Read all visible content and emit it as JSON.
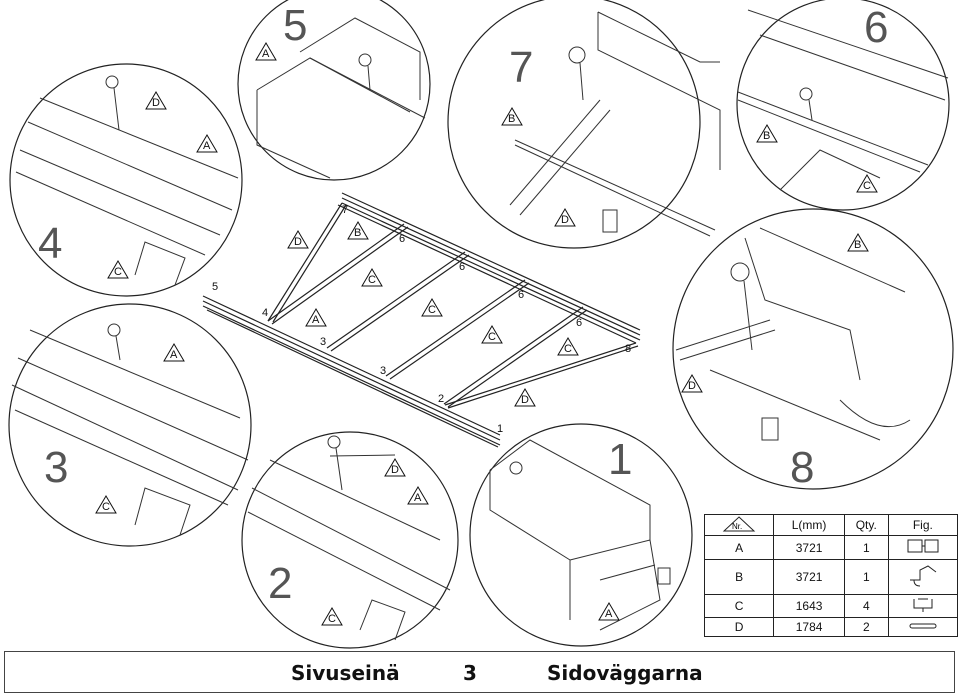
{
  "footer": {
    "left": "Sivuseinä",
    "center": "3",
    "right": "Sidoväggarna"
  },
  "detail_numbers": [
    "5",
    "7",
    "6",
    "4",
    "8",
    "3",
    "2",
    "1"
  ],
  "part_letters": {
    "a": "A",
    "b": "B",
    "c": "C",
    "d": "D"
  },
  "assembly_numbers": {
    "n1": "1",
    "n2": "2",
    "n3": "3",
    "n4": "4",
    "n5": "5",
    "n6": "6",
    "n7": "7",
    "n8": "8"
  },
  "parts_table": {
    "headers": [
      "Nr.",
      "L(mm)",
      "Qty.",
      "Fig."
    ],
    "rows": [
      {
        "nr": "A",
        "length": "3721",
        "qty": "1"
      },
      {
        "nr": "B",
        "length": "3721",
        "qty": "1"
      },
      {
        "nr": "C",
        "length": "1643",
        "qty": "4"
      },
      {
        "nr": "D",
        "length": "1784",
        "qty": "2"
      }
    ]
  }
}
